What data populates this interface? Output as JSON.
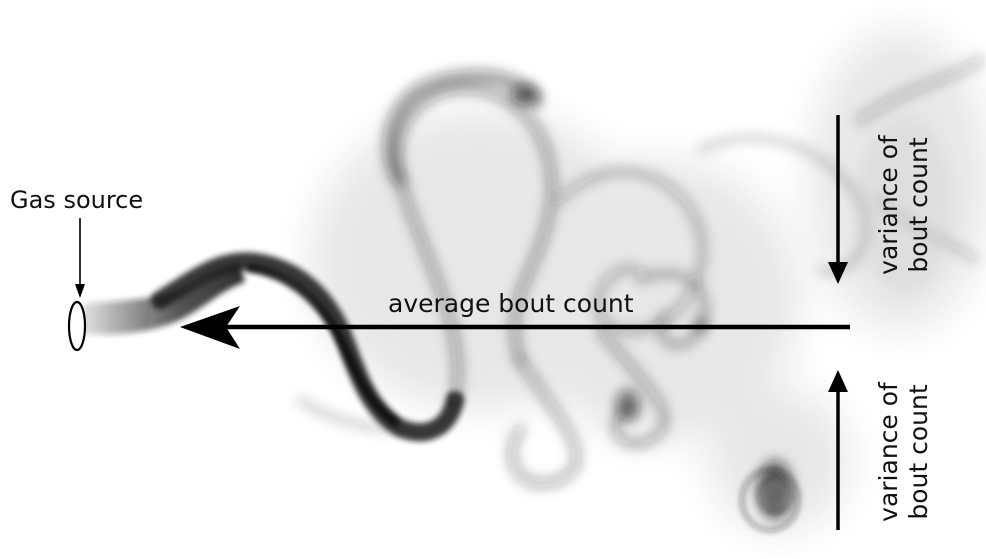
{
  "labels": {
    "gas_source": "Gas source",
    "average_bout_count": "average bout count",
    "variance_top": {
      "line1": "variance of",
      "line2": "bout count"
    },
    "variance_bottom": {
      "line1": "variance of",
      "line2": "bout count"
    }
  },
  "colors": {
    "background": "#ffffff",
    "smoke": "#1a1a1a",
    "arrow": "#000000",
    "text": "#111111"
  },
  "icons": [
    "gas-source-ellipse",
    "smoke-plume"
  ]
}
